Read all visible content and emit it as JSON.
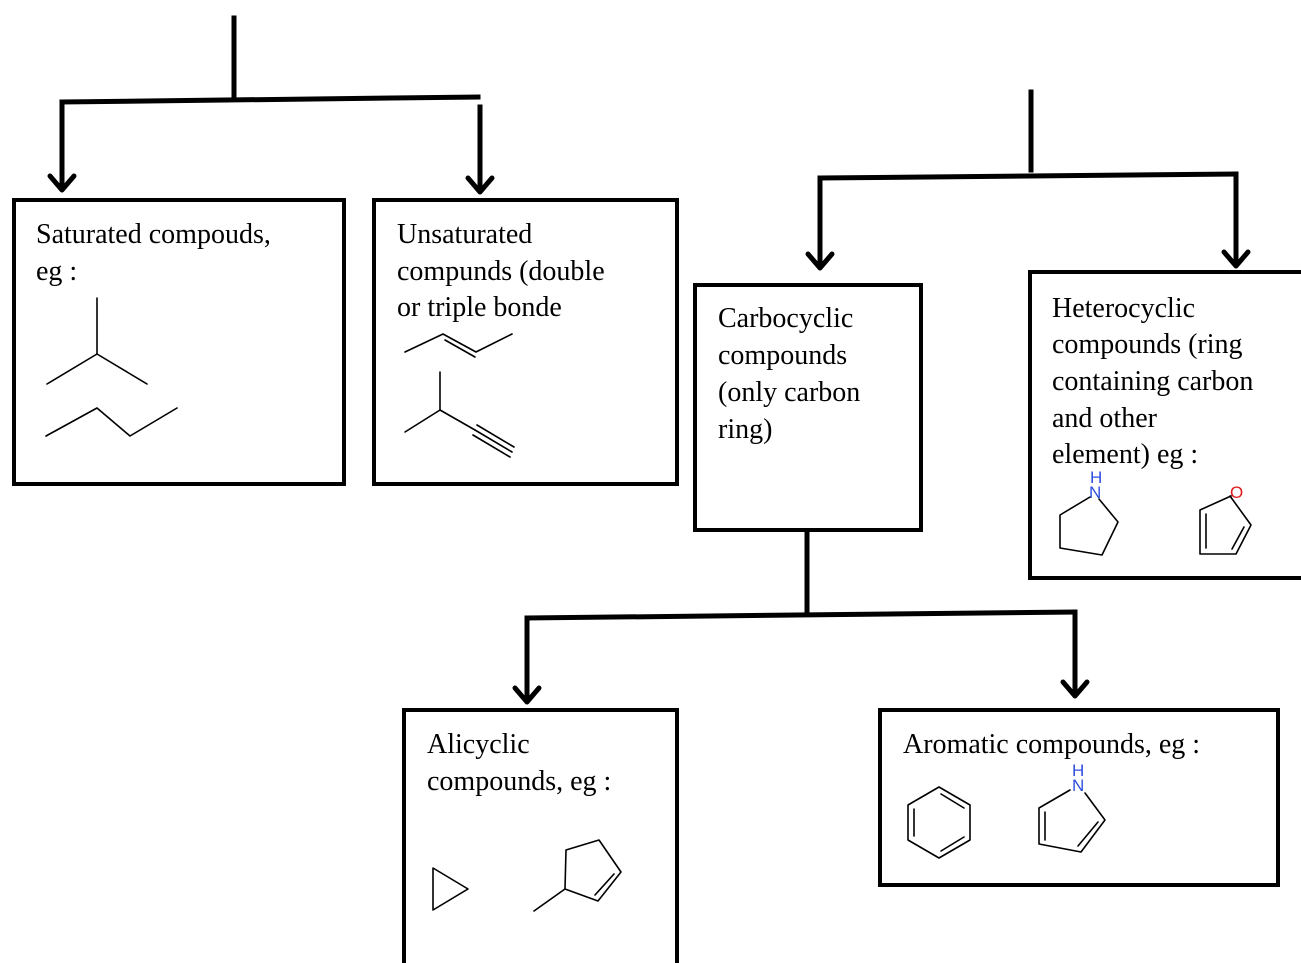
{
  "colors": {
    "line": "#000000",
    "nitrogen": "#2f4fe0",
    "oxygen": "#e01b1b"
  },
  "boxes": {
    "saturated": {
      "lines": [
        "Saturated compouds,",
        "eg :"
      ]
    },
    "unsaturated": {
      "lines": [
        "Unsaturated",
        "compunds (double",
        "or triple bonde"
      ]
    },
    "carbocyclic": {
      "lines": [
        "Carbocyclic",
        "compounds",
        "(only carbon",
        "ring)"
      ]
    },
    "heterocyclic": {
      "lines": [
        "Heterocyclic",
        "compounds (ring",
        "containing carbon",
        "and other",
        "element) eg :"
      ]
    },
    "alicyclic": {
      "lines": [
        "Alicyclic",
        "compounds, eg :"
      ]
    },
    "aromatic": {
      "lines": [
        "Aromatic compounds, eg :"
      ]
    }
  },
  "atoms": {
    "pyrrolidine_n": "N",
    "pyrrolidine_h": "H",
    "furan_o": "O",
    "pyrrole_n": "N",
    "pyrrole_h": "H"
  },
  "molecules": [
    "isobutane",
    "butane",
    "2-butene",
    "3-methyl-1-butyne",
    "pyrrolidine",
    "furan",
    "cyclopropane",
    "3-methylcyclopentene",
    "benzene",
    "pyrrole"
  ]
}
